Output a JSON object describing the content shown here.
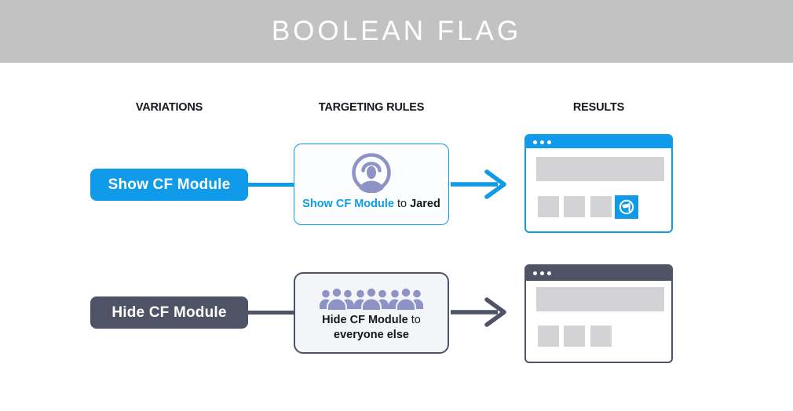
{
  "header": {
    "title": "BOOLEAN FLAG"
  },
  "columns": {
    "variations": "VARIATIONS",
    "targeting_rules": "TARGETING RULES",
    "results": "RESULTS"
  },
  "rows": [
    {
      "variation_label": "Show CF Module",
      "rule": {
        "icon": "user-circle-icon",
        "flag": "Show CF Module",
        "connector": "to",
        "audience": "Jared"
      },
      "result": {
        "window": "browser-window",
        "placeholders": 3,
        "module_icon": "feature-flag-icon",
        "module_shown": true
      }
    },
    {
      "variation_label": "Hide CF Module",
      "rule": {
        "icon": "crowd-icon",
        "flag": "Hide CF Module",
        "connector": "to",
        "audience": "everyone else"
      },
      "result": {
        "window": "browser-window",
        "placeholders": 3,
        "module_shown": false
      }
    }
  ],
  "colors": {
    "accent_blue": "#0f9be9",
    "accent_dark_slate": "#4e5365",
    "icon_periwinkle": "#8d93c5",
    "header_banner_gray": "#c2c2c2",
    "placeholder_gray": "#d3d3d6",
    "header_text": "#ffffff",
    "label_text": "#16181d"
  }
}
